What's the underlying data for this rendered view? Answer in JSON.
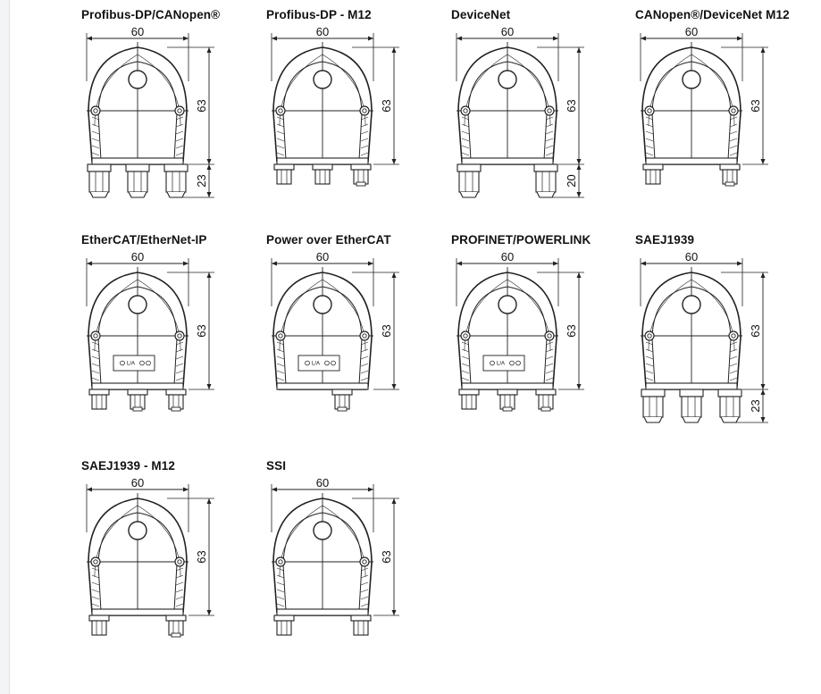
{
  "variants": [
    {
      "title": "Profibus-DP/CANopen®",
      "width_label": "60",
      "height_label": "63",
      "bottom_label": "23",
      "connectors": [
        "gland",
        "gland",
        "gland"
      ],
      "panel": null
    },
    {
      "title": "Profibus-DP - M12",
      "width_label": "60",
      "height_label": "63",
      "bottom_label": "",
      "connectors": [
        "m12",
        "m12",
        "m12f"
      ],
      "panel": null
    },
    {
      "title": "DeviceNet",
      "width_label": "60",
      "height_label": "63",
      "bottom_label": "20",
      "connectors": [
        "gland",
        "gland"
      ],
      "panel": null
    },
    {
      "title": "CANopen®/DeviceNet M12",
      "width_label": "60",
      "height_label": "63",
      "bottom_label": "",
      "connectors": [
        "m12",
        "m12f"
      ],
      "panel": null
    },
    {
      "title": "EtherCAT/EtherNet-IP",
      "width_label": "60",
      "height_label": "63",
      "bottom_label": "",
      "connectors": [
        "m12",
        "m12f",
        "m12f"
      ],
      "panel": "L/A"
    },
    {
      "title": "Power over EtherCAT",
      "width_label": "60",
      "height_label": "63",
      "bottom_label": "",
      "connectors": [
        "m12f"
      ],
      "panel": "L/A"
    },
    {
      "title": "PROFINET/POWERLINK",
      "width_label": "60",
      "height_label": "63",
      "bottom_label": "",
      "connectors": [
        "m12",
        "m12f",
        "m12f"
      ],
      "panel": "L/A"
    },
    {
      "title": "SAEJ1939",
      "width_label": "60",
      "height_label": "63",
      "bottom_label": "23",
      "connectors": [
        "gland",
        "gland",
        "gland"
      ],
      "panel": null
    },
    {
      "title": "SAEJ1939 - M12",
      "width_label": "60",
      "height_label": "63",
      "bottom_label": "",
      "connectors": [
        "m12",
        "m12f"
      ],
      "panel": null
    },
    {
      "title": "SSI",
      "width_label": "60",
      "height_label": "63",
      "bottom_label": "",
      "connectors": [
        "m12",
        "m12"
      ],
      "panel": null
    }
  ]
}
